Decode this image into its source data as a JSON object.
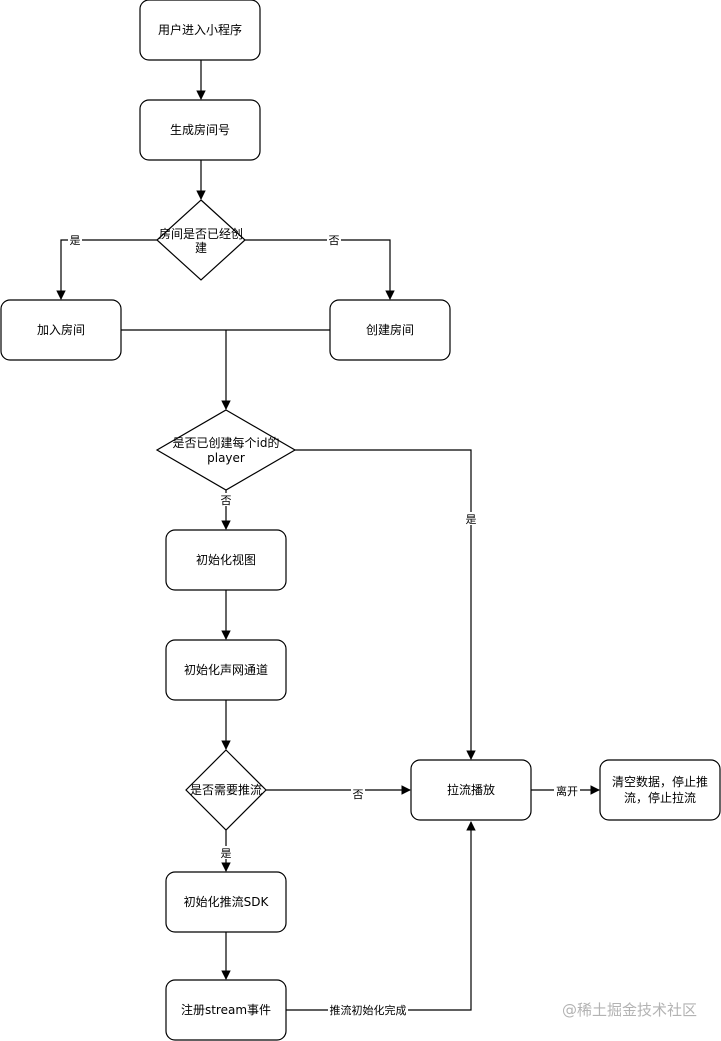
{
  "nodes": {
    "enter_miniprogram": "用户进入小程序",
    "generate_room": "生成房间号",
    "room_created_line1": "房间是否已经创",
    "room_created_line2": "建",
    "join_room": "加入房间",
    "create_room": "创建房间",
    "player_created_line1": "是否已创建每个id的",
    "player_created_line2": "player",
    "init_view": "初始化视图",
    "init_agora": "初始化声网通道",
    "need_push": "是否需要推流",
    "init_push_sdk": "初始化推流SDK",
    "register_stream": "注册stream事件",
    "pull_play": "拉流播放",
    "clear_line1": "清空数据，停止推",
    "clear_line2": "流，停止拉流"
  },
  "edge_labels": {
    "room_yes": "是",
    "room_no": "否",
    "player_no": "否",
    "player_yes": "是",
    "push_no": "否",
    "push_yes": "是",
    "leave": "离开",
    "push_init_done": "推流初始化完成"
  },
  "watermark": "@稀土掘金技术社区",
  "colors": {
    "stroke": "#000000",
    "fill": "#ffffff",
    "watermark": "#b3b3b3"
  }
}
